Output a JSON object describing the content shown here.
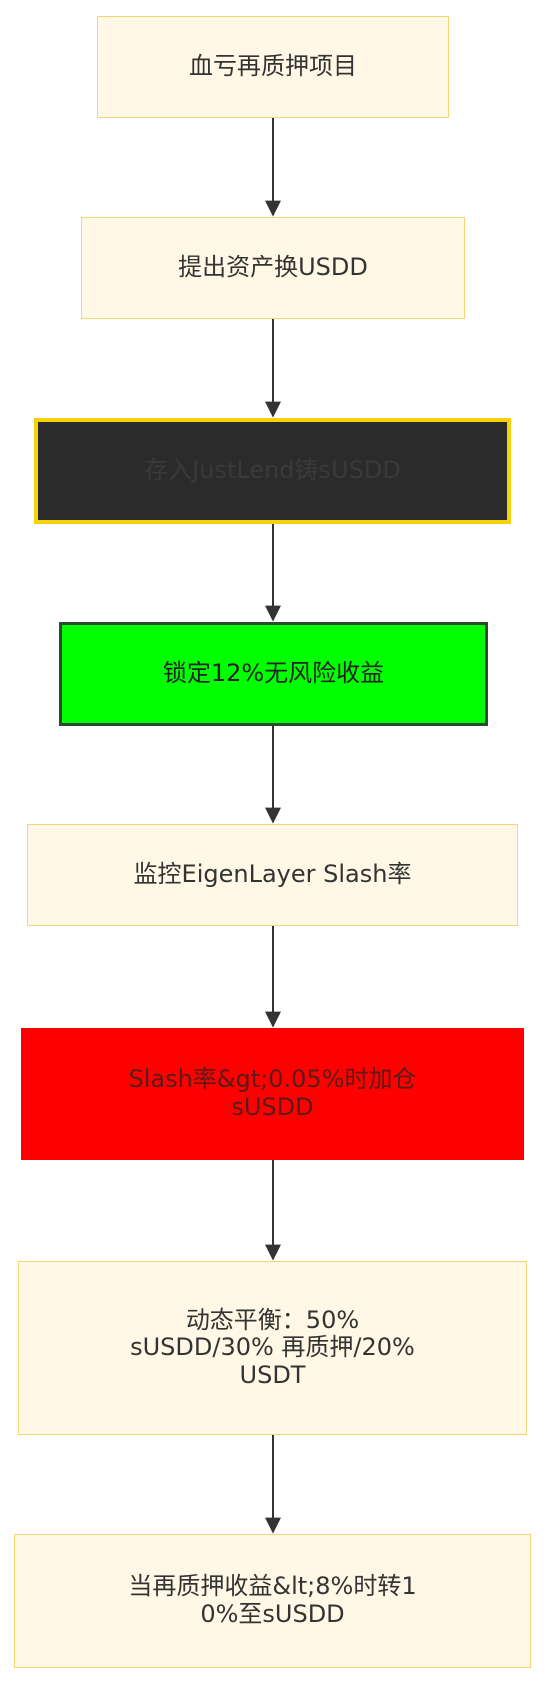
{
  "flowchart": {
    "nodes": [
      {
        "id": "n1",
        "label": "血亏再质押项目",
        "style": "default"
      },
      {
        "id": "n2",
        "label": "提出资产换USDD",
        "style": "default"
      },
      {
        "id": "n3",
        "label": "存入JustLend铸sUSDD",
        "style": "dark"
      },
      {
        "id": "n4",
        "label": "锁定12%无风险收益",
        "style": "green"
      },
      {
        "id": "n5",
        "label": "监控EigenLayer Slash率",
        "style": "default"
      },
      {
        "id": "n6",
        "label": "Slash率&gt;0.05%时加仓\nsUSDD",
        "style": "red"
      },
      {
        "id": "n7",
        "label": "动态平衡：50%\nsUSDD/30% 再质押/20%\nUSDT",
        "style": "default"
      },
      {
        "id": "n8",
        "label": "当再质押收益&lt;8%时转1\n0%至sUSDD",
        "style": "default"
      }
    ],
    "edges": [
      {
        "from": "n1",
        "to": "n2"
      },
      {
        "from": "n2",
        "to": "n3"
      },
      {
        "from": "n3",
        "to": "n4"
      },
      {
        "from": "n4",
        "to": "n5"
      },
      {
        "from": "n5",
        "to": "n6"
      },
      {
        "from": "n6",
        "to": "n7"
      },
      {
        "from": "n7",
        "to": "n8"
      }
    ],
    "colors": {
      "default_fill": "#fff8e6",
      "default_stroke": "#f5d57a",
      "dark_fill": "#2b2b2b",
      "dark_stroke": "#f5d20a",
      "green_fill": "#00ff00",
      "red_fill": "#ff0000",
      "edge": "#333333"
    }
  }
}
